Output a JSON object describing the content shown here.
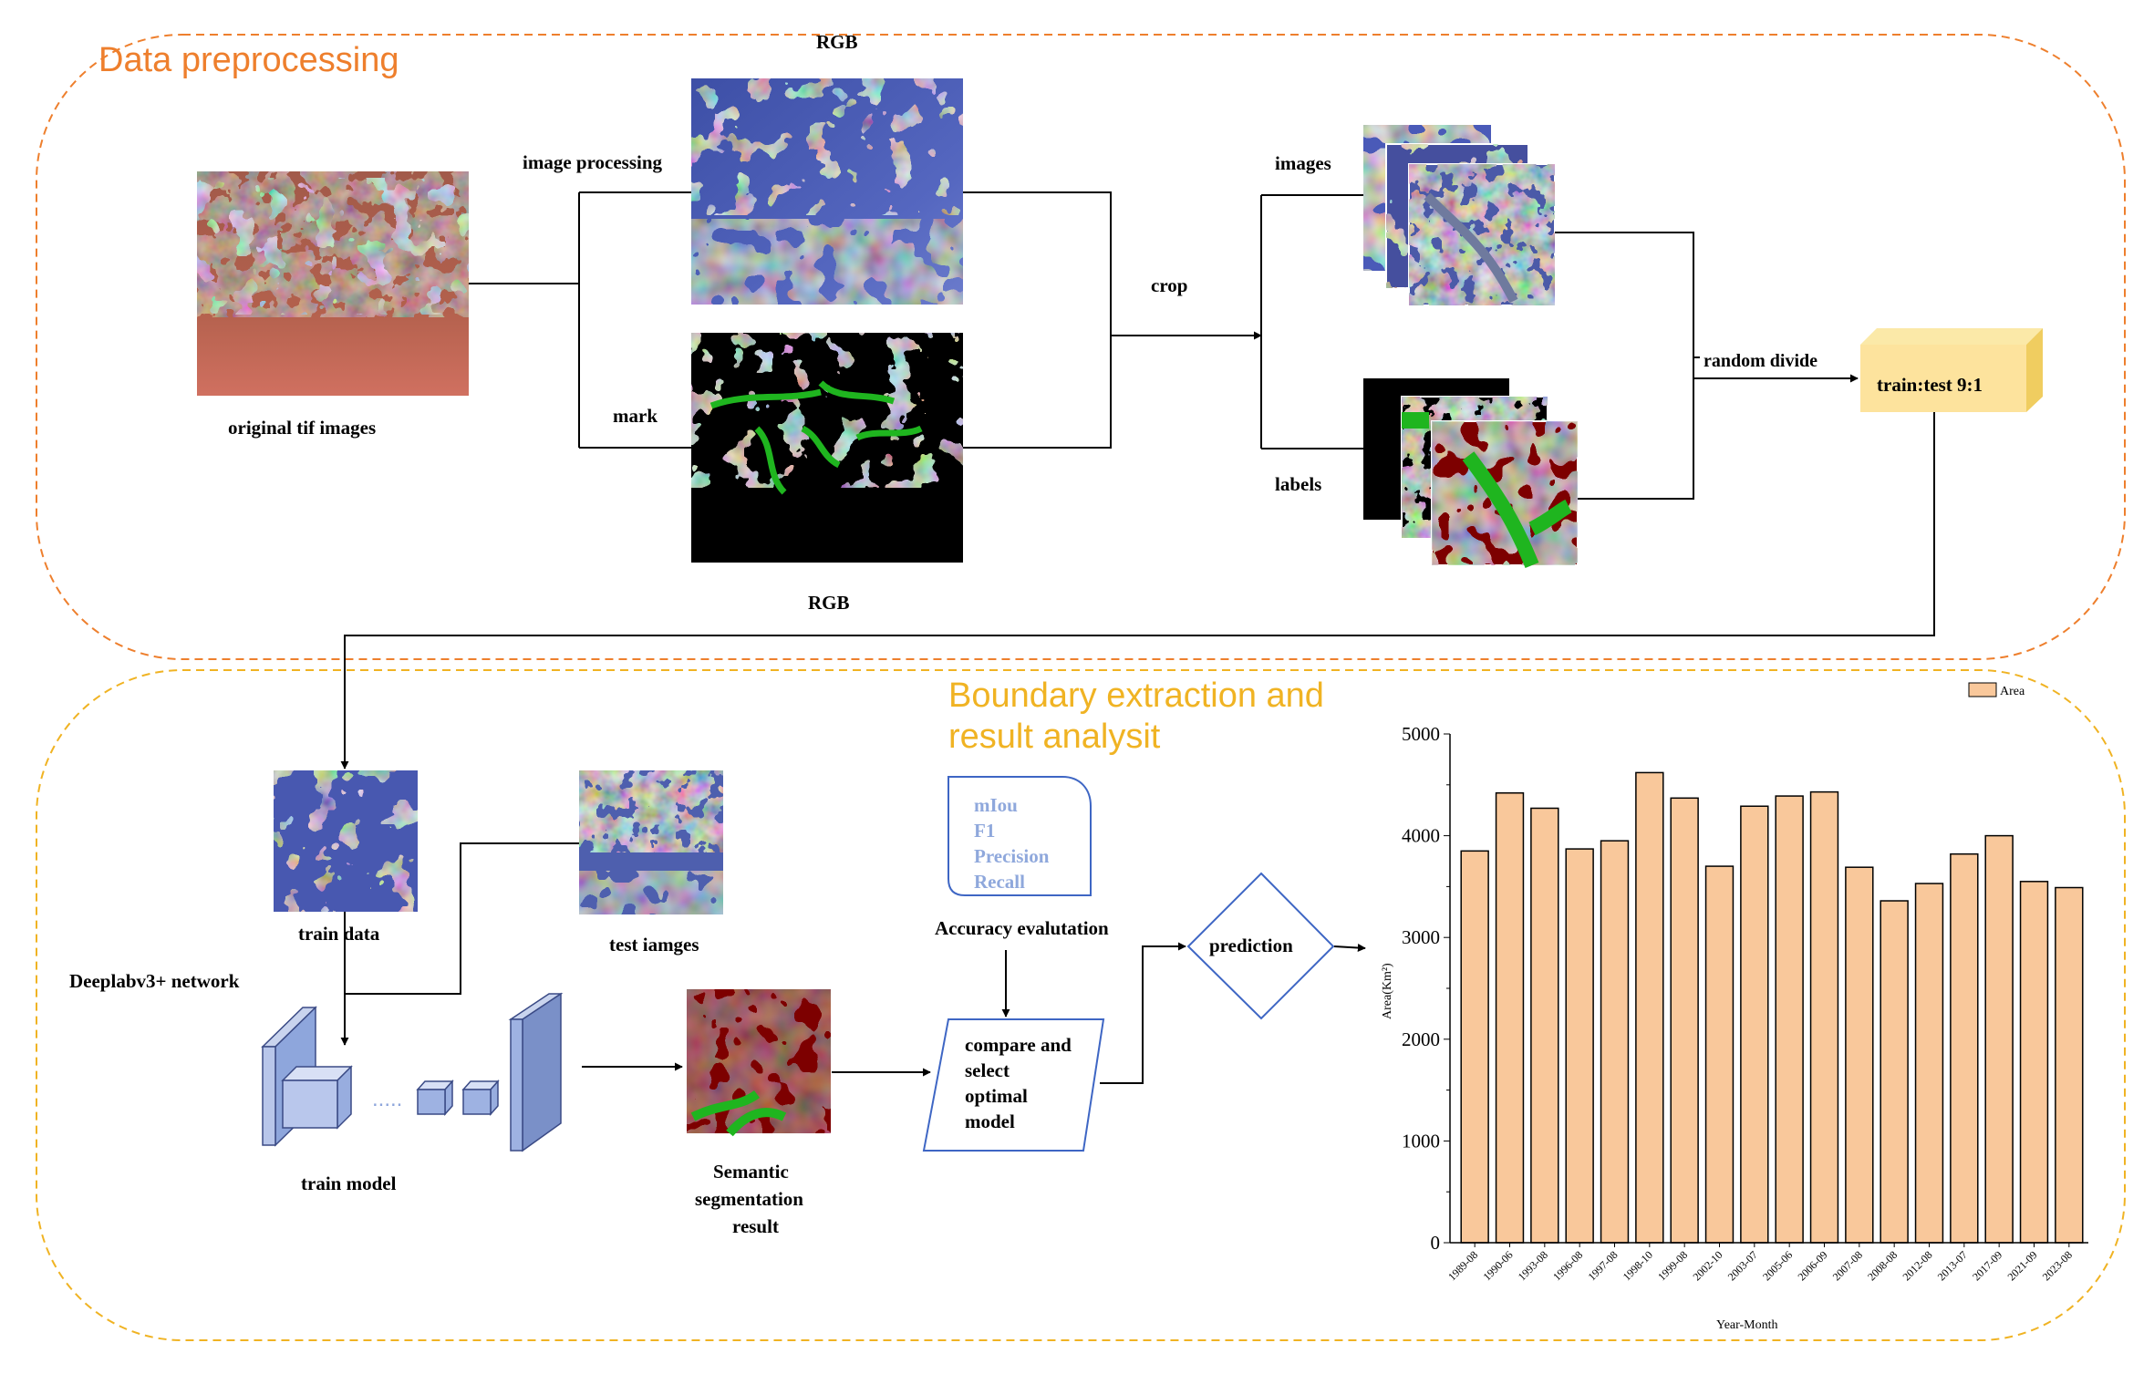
{
  "sections": {
    "preprocessing_title": "Data preprocessing",
    "boundary_title_line1": "Boundary extraction and",
    "boundary_title_line2": "result analysit"
  },
  "labels": {
    "rgb_top": "RGB",
    "rgb_bottom": "RGB",
    "image_processing": "image processing",
    "mark": "mark",
    "original": "original tif images",
    "crop": "crop",
    "images": "images",
    "labels": "labels",
    "random_divide": "random  divide",
    "train_test": "train:test 9:1",
    "train_data": "train data",
    "test_images": "test iamges",
    "deeplab": "Deeplabv3+  network",
    "train_model": "train model",
    "semantic_1": "Semantic",
    "semantic_2": "segmentation",
    "semantic_3": "result",
    "accuracy": "Accuracy evalutation",
    "compare_1": "compare and",
    "compare_2": "select",
    "compare_3": "optimal",
    "compare_4": "model",
    "prediction": "prediction",
    "dots": "....."
  },
  "metrics": [
    "mIou",
    "F1",
    "Precision",
    "Recall"
  ],
  "colors": {
    "section1_border": "#ee7f2d",
    "section2_border": "#f0b323",
    "bar_fill": "#f9c89b",
    "glacier_cyan": "#3fe6e6",
    "glacier_yellow": "#f2ec2a",
    "label_red": "#ff0a0a",
    "label_darkred": "#7d0000",
    "label_green": "#1fb51f",
    "network_blue": "#8ea6dc"
  },
  "chart_data": {
    "type": "bar",
    "xlabel": "Year-Month",
    "ylabel": "Area(Km²)",
    "ylim": [
      0,
      5000
    ],
    "yticks": [
      0,
      1000,
      2000,
      3000,
      4000,
      5000
    ],
    "legend": "top-right",
    "series": [
      {
        "name": "Area",
        "values": [
          3850,
          4420,
          4270,
          3870,
          3950,
          4620,
          4370,
          3700,
          4290,
          4390,
          4430,
          3690,
          3360,
          3530,
          3820,
          4000,
          3550,
          3490
        ]
      }
    ],
    "categories": [
      "1989-08",
      "1990-06",
      "1993-08",
      "1996-08",
      "1997-08",
      "1998-10",
      "1999-08",
      "2002-10",
      "2003-07",
      "2005-06",
      "2006-09",
      "2007-08",
      "2008-08",
      "2012-08",
      "2013-07",
      "2017-09",
      "2021-09",
      "2023-08"
    ]
  }
}
